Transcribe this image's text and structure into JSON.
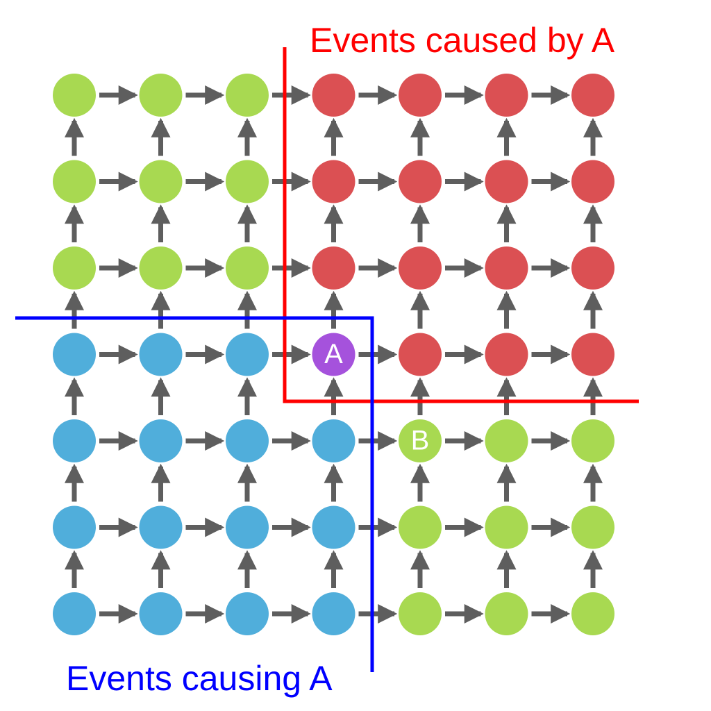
{
  "captions": {
    "caused_by": "Events caused by A",
    "causing": "Events causing A"
  },
  "grid": {
    "columns": 7,
    "rows": 7,
    "cells": [
      [
        "green",
        "green",
        "green",
        "red",
        "red",
        "red",
        "red"
      ],
      [
        "green",
        "green",
        "green",
        "red",
        "red",
        "red",
        "red"
      ],
      [
        "green",
        "green",
        "green",
        "red",
        "red",
        "red",
        "red"
      ],
      [
        "blue",
        "blue",
        "blue",
        "A",
        "red",
        "red",
        "red"
      ],
      [
        "blue",
        "blue",
        "blue",
        "blue",
        "B",
        "green",
        "green"
      ],
      [
        "blue",
        "blue",
        "blue",
        "blue",
        "green",
        "green",
        "green"
      ],
      [
        "blue",
        "blue",
        "blue",
        "blue",
        "green",
        "green",
        "green"
      ]
    ],
    "arrow_directions": [
      "right",
      "up"
    ]
  },
  "special_nodes": {
    "A": {
      "label": "A",
      "color": "#a552dc"
    },
    "B": {
      "label": "B",
      "color": "#a8d951"
    }
  },
  "colors": {
    "green": "#a8d951",
    "red": "#db5053",
    "blue": "#50aedb",
    "arrow": "#5e5e5e",
    "boundary_red": "#ff0000",
    "boundary_blue": "#0000ff",
    "caption_red": "#ff0000",
    "caption_blue": "#0000ff",
    "node_label": "#ffffff"
  }
}
